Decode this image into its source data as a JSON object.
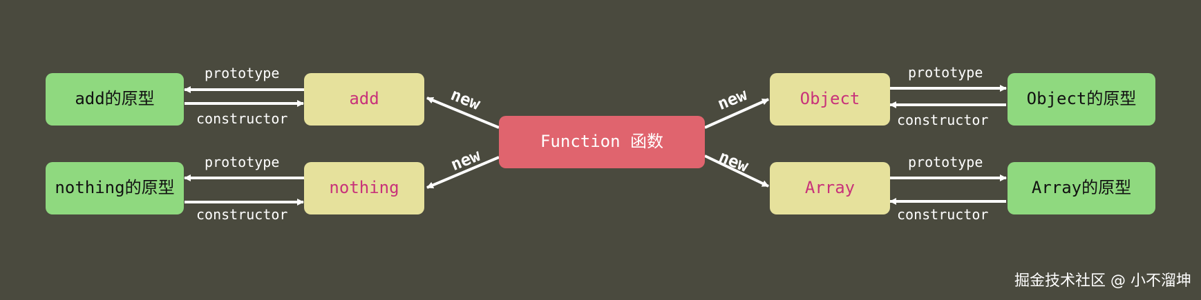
{
  "nodes": {
    "function": "Function 函数",
    "add": "add",
    "nothing": "nothing",
    "object": "Object",
    "array": "Array",
    "add_proto": "add的原型",
    "nothing_proto": "nothing的原型",
    "object_proto": "Object的原型",
    "array_proto": "Array的原型"
  },
  "edges": {
    "new": "new",
    "prototype": "prototype",
    "constructor": "constructor"
  },
  "watermark": "掘金技术社区 @ 小不溜坤",
  "colors": {
    "background": "#4a4a3e",
    "function_box": "#e0646e",
    "constructor_box": "#e6e19c",
    "prototype_box": "#8fd97f",
    "constructor_text": "#c8327a",
    "arrow": "#ffffff"
  }
}
